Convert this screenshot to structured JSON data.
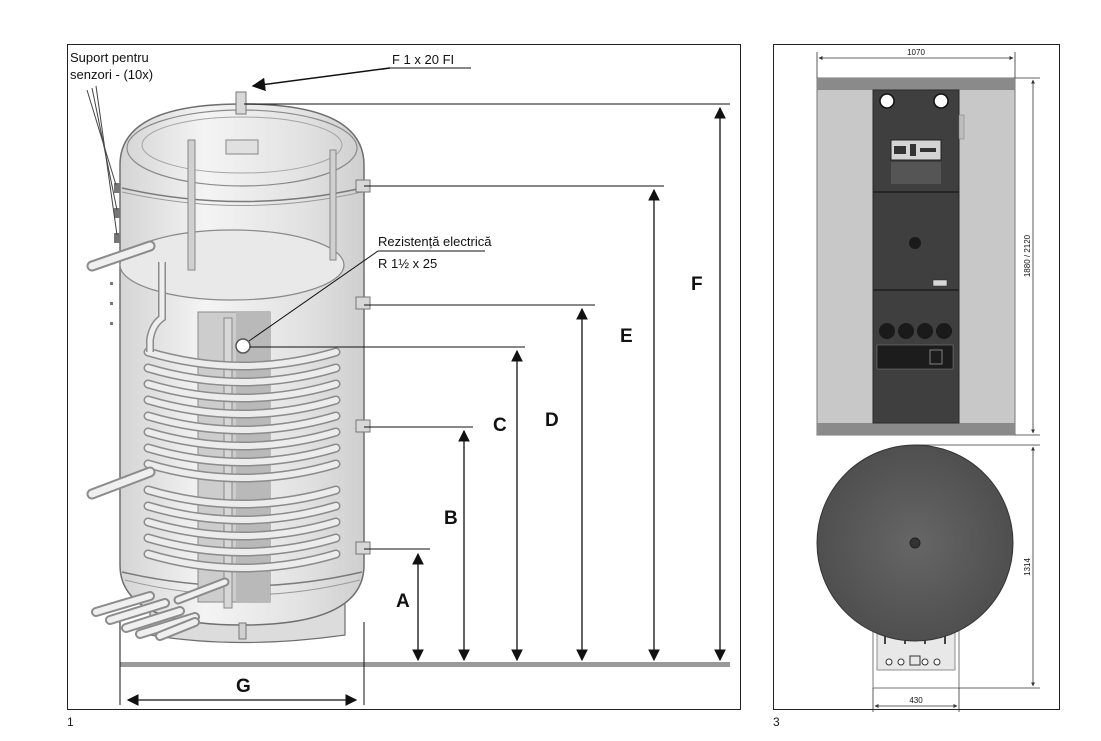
{
  "figures": {
    "left": {
      "number": "1"
    },
    "right": {
      "number": "3"
    }
  },
  "left_diagram": {
    "sensor_label_line1": "Suport pentru",
    "sensor_label_line2": "senzori - (10x)",
    "top_connection": "F 1 x 20 FI",
    "heater_label_line1": "Rezistență electrică",
    "heater_label_line2": "R 1½ x 25",
    "dimensions": {
      "A": "A",
      "B": "B",
      "C": "C",
      "D": "D",
      "E": "E",
      "F": "F",
      "G": "G"
    }
  },
  "right_diagram": {
    "front_width": "1070",
    "front_height": "1880 / 2120",
    "top_diameter": "1314",
    "base_width": "430"
  },
  "colors": {
    "tank_outline": "#6f6f6f",
    "tank_fill": "#e6e6e6",
    "floor": "#9a9a9a",
    "panel_dark": "#3f3f3f",
    "panel_side": "#c8c8c8",
    "top_view_disc": "#585858"
  }
}
